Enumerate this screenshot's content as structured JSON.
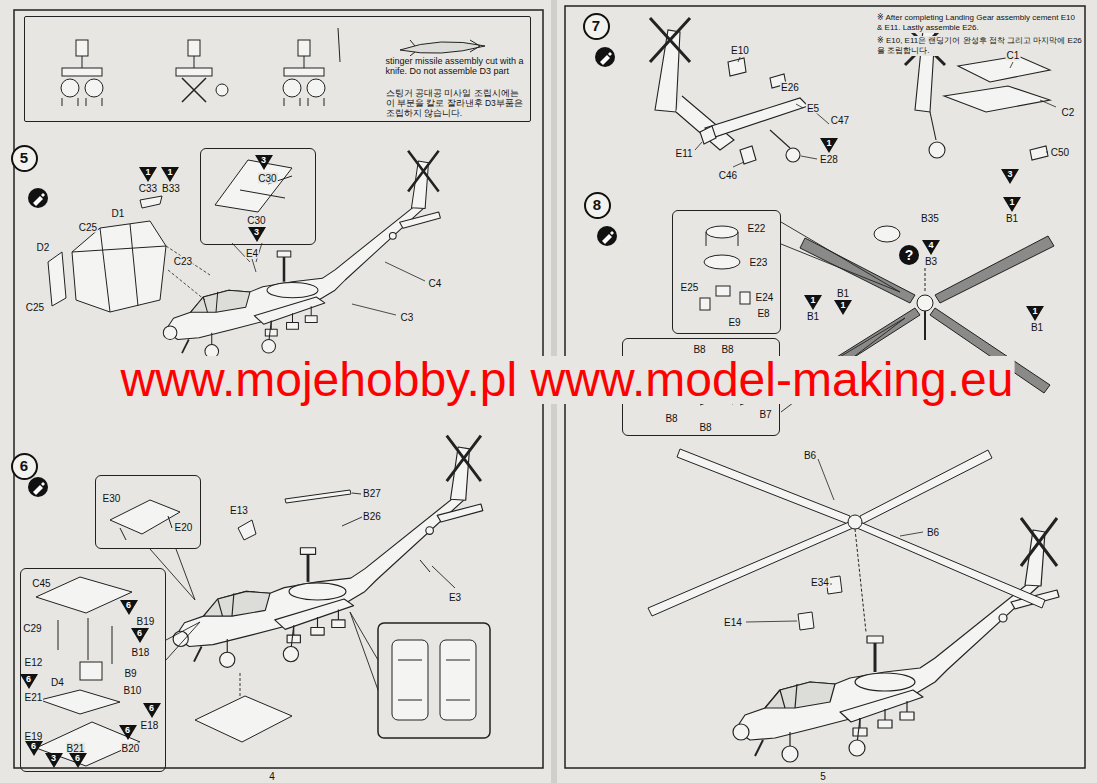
{
  "diagram": {
    "nodes": [
      {
        "text": [
          "stinger missile assembly cut with a knife. Do not assemble D3 part",
          "스팅거 공대공 미사일 조립시에는 이 부분을 칼로 잘라낸후 D3부품은 조립하지 않습니다."
        ]
      },
      {
        "text": [
          "5"
        ]
      },
      {
        "text": [
          "1"
        ]
      },
      {
        "text": [
          "1"
        ]
      },
      {
        "text": [
          "C30",
          "C30"
        ]
      },
      {
        "text": [
          "3"
        ],
        "in": 4
      },
      {
        "text": [
          "3"
        ],
        "in": 4
      },
      {
        "text": [
          "6"
        ]
      },
      {
        "text": [
          "E30",
          "E20"
        ]
      },
      {
        "text": [
          "C45",
          "C29",
          "B19",
          "B18",
          "B9",
          "E12",
          "D4",
          "B10",
          "E21",
          "E18",
          "E19",
          "B21",
          "B20"
        ]
      },
      {
        "text": [
          "6"
        ],
        "in": 9
      },
      {
        "text": [
          "6"
        ],
        "in": 9
      },
      {
        "text": [
          "6"
        ],
        "in": 9
      },
      {
        "text": [
          "6"
        ],
        "in": 9
      },
      {
        "text": [
          "6"
        ],
        "in": 9
      },
      {
        "text": [
          "3"
        ],
        "in": 9
      },
      {
        "text": [
          "6"
        ],
        "in": 9
      },
      {
        "text": [
          "6"
        ],
        "in": 9
      },
      {
        "text": [
          "7"
        ]
      },
      {
        "text": [
          "1"
        ]
      },
      {
        "text": [
          "3"
        ]
      },
      {
        "text": [
          "8"
        ]
      },
      {
        "text": [
          "1"
        ]
      },
      {
        "text": [
          "?"
        ]
      },
      {
        "text": [
          "4"
        ]
      },
      {
        "text": [
          "E22",
          "E23",
          "E25",
          "E24",
          "E9",
          "E8"
        ]
      },
      {
        "text": [
          "1"
        ]
      },
      {
        "text": [
          "1"
        ]
      },
      {
        "text": [
          "1"
        ]
      },
      {
        "text": [
          "B8",
          "B8",
          "B8",
          "B8",
          "B7"
        ]
      }
    ],
    "labels": [
      "C33",
      "B33",
      "D1",
      "C25",
      "D2",
      "C23",
      "E4",
      "C4",
      "C3",
      "C25",
      "E13",
      "B27",
      "B26",
      "E3",
      "4",
      "※ After completing Landing Gear assembly cement E10 & E11. Lastly assemble E26.",
      "※ E10, E11은 랜딩기어 완성후 접착 그리고 마지막에 E26을 조립합니다.",
      "E10",
      "E26",
      "E5",
      "C47",
      "E28",
      "E11",
      "C46",
      "C1",
      "C2",
      "C50",
      "B35",
      "B1",
      "B3",
      "B1",
      "B1",
      "B1",
      "B6",
      "B6",
      "E34",
      "E14",
      "5",
      "www.mojehobby.pl www.model-making.eu"
    ]
  }
}
